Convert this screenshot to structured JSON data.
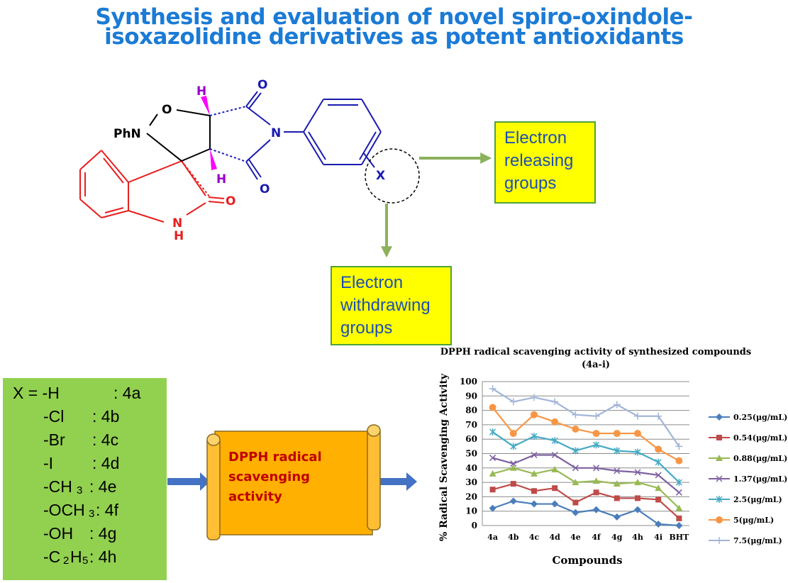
{
  "title": {
    "line1": "Synthesis and evaluation of novel spiro-oxindole-",
    "line2": "isoxazolidine derivatives as potent antioxidants"
  },
  "structure": {
    "atoms": {
      "o_ring": "O",
      "phn": "PhN",
      "h_top": "H",
      "h_bottom": "H",
      "o_top": "O",
      "n_imide": "N",
      "o_bottom": "O",
      "x_sub": "X",
      "o_oxindole": "O",
      "nh_n": "N",
      "nh_h": "H"
    }
  },
  "boxes": {
    "releasing": [
      "Electron",
      "releasing",
      "groups"
    ],
    "withdrawing": [
      "Electron",
      "withdrawing",
      "groups"
    ]
  },
  "substituents": [
    {
      "x": "X = -H",
      "code": ": 4a"
    },
    {
      "x": "-Cl",
      "code": ": 4b"
    },
    {
      "x": "-Br",
      "code": ": 4c"
    },
    {
      "x": "-I",
      "code": ": 4d"
    },
    {
      "x": "-CH",
      "sub": "3",
      "code": ": 4e"
    },
    {
      "x": "-OCH",
      "sub": "3",
      "code": ": 4f"
    },
    {
      "x": "-OH",
      "code": ": 4g"
    },
    {
      "x": "-C",
      "sub": "2",
      "after": "H",
      "sub2": "5",
      "code": ": 4h"
    }
  ],
  "scroll": {
    "lines": [
      "DPPH radical",
      "scavenging",
      "activity"
    ]
  },
  "colors": {
    "title": "#1b7bd6",
    "red_structure": "#e81f1f",
    "blue_structure": "#1a1ab0",
    "h_wedge": "#ff00ff",
    "arrow_green": "#8cb15c",
    "box_yellow": "#ffff00",
    "box_green": "#92d050",
    "scroll_orange": "#ffb000",
    "blue_arrow": "#4472c4"
  },
  "chart_data": {
    "type": "line",
    "title": "DPPH radical scavenging activity of synthesized compounds (4a-i)",
    "xlabel": "Compounds",
    "ylabel": "% Radical Scavenging Activity",
    "ylim": [
      0,
      100
    ],
    "yticks": [
      0,
      10,
      20,
      30,
      40,
      50,
      60,
      70,
      80,
      90,
      100
    ],
    "grid": true,
    "legend_position": "right",
    "categories": [
      "4a",
      "4b",
      "4c",
      "4d",
      "4e",
      "4f",
      "4g",
      "4h",
      "4i",
      "BHT"
    ],
    "series": [
      {
        "name": "0.25(μg/mL)",
        "color": "#4a7ebb",
        "marker": "diamond",
        "values": [
          12,
          17,
          15,
          15,
          9,
          11,
          6,
          11,
          1,
          0
        ]
      },
      {
        "name": "0.54(μg/mL)",
        "color": "#be4b48",
        "marker": "square",
        "values": [
          25,
          29,
          24,
          26,
          16,
          23,
          19,
          19,
          18,
          5
        ]
      },
      {
        "name": "0.88(μg/mL)",
        "color": "#98b954",
        "marker": "triangle",
        "values": [
          36,
          40,
          36,
          39,
          30,
          31,
          29,
          30,
          26,
          12
        ]
      },
      {
        "name": "1.37(μg/mL)",
        "color": "#7d60a0",
        "marker": "x",
        "values": [
          47,
          43,
          49,
          49,
          40,
          40,
          38,
          37,
          35,
          23
        ]
      },
      {
        "name": "2.5(μg/mL)",
        "color": "#46aac5",
        "marker": "asterisk",
        "values": [
          65,
          55,
          62,
          59,
          52,
          56,
          52,
          51,
          44,
          30
        ]
      },
      {
        "name": "5(μg/mL)",
        "color": "#f79646",
        "marker": "circle",
        "values": [
          82,
          64,
          77,
          72,
          67,
          64,
          64,
          64,
          53,
          45
        ]
      },
      {
        "name": "7.5(μg/mL)",
        "color": "#a2b5d8",
        "marker": "plus",
        "values": [
          95,
          86,
          89,
          86,
          77,
          76,
          84,
          76,
          76,
          55
        ]
      }
    ]
  }
}
